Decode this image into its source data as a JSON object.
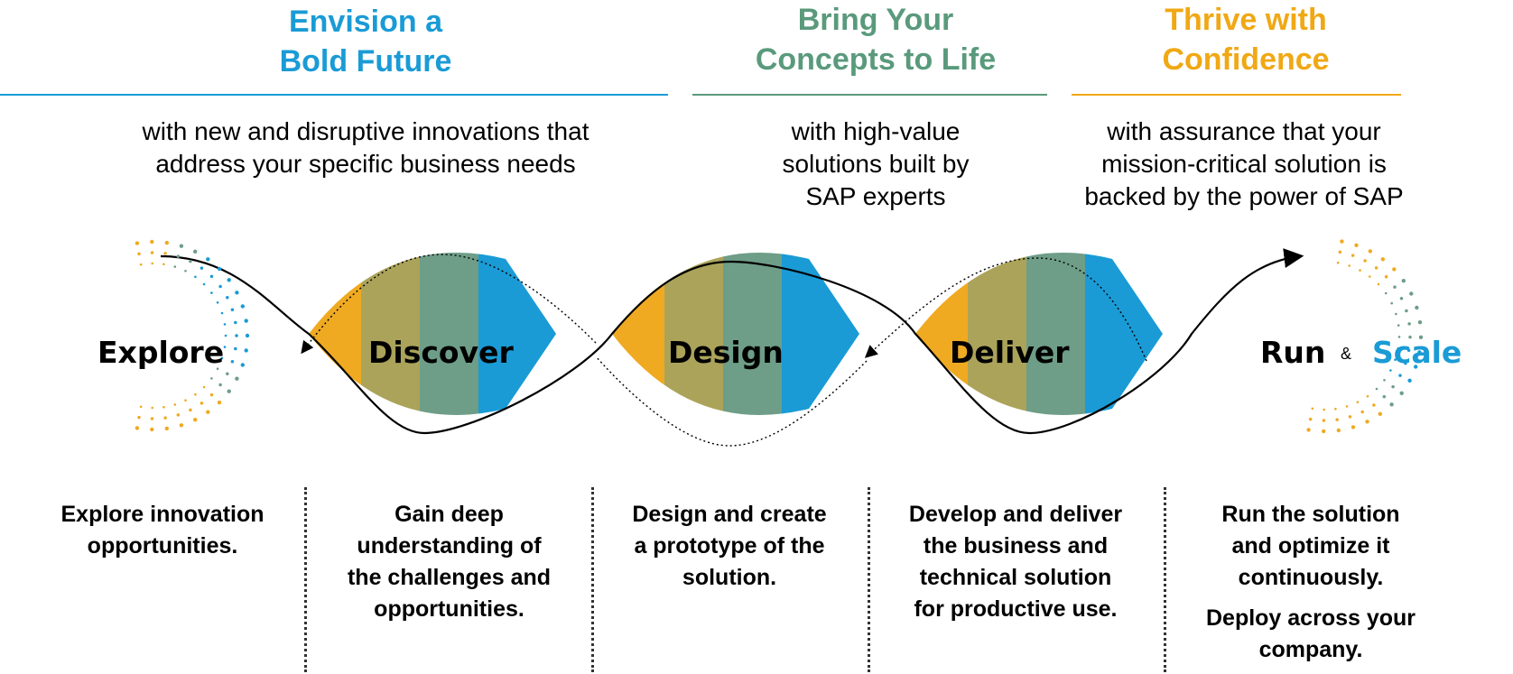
{
  "headers": [
    {
      "line1": "Envision a",
      "line2": "Bold Future",
      "color": "#1a9bd6"
    },
    {
      "line1": "Bring Your",
      "line2": "Concepts to Life",
      "color": "#5a9a7c"
    },
    {
      "line1": "Thrive with",
      "line2": "Confidence",
      "color": "#f0a814"
    }
  ],
  "subtitles": [
    {
      "lines": [
        "with new and disruptive innovations that",
        "address your specific business needs"
      ]
    },
    {
      "lines": [
        "with high-value",
        "solutions built by",
        "SAP experts"
      ]
    },
    {
      "lines": [
        "with assurance that your",
        "mission-critical solution is",
        "backed by the power of SAP"
      ]
    }
  ],
  "stages": {
    "explore": "Explore",
    "discover": "Discover",
    "design": "Design",
    "deliver": "Deliver",
    "run": "Run",
    "amp": "&",
    "scale": "Scale"
  },
  "descriptions": [
    {
      "lines": [
        "Explore innovation",
        "opportunities."
      ]
    },
    {
      "lines": [
        "Gain deep",
        "understanding of",
        "the challenges and",
        "opportunities."
      ]
    },
    {
      "lines": [
        "Design and create",
        "a prototype of the",
        "solution."
      ]
    },
    {
      "lines": [
        "Develop and deliver",
        "the business and",
        "technical solution",
        "for productive use."
      ]
    },
    {
      "lines": [
        "Run the solution",
        "and optimize it",
        "continuously."
      ],
      "extra": [
        "Deploy across your",
        "company."
      ]
    }
  ],
  "colors": {
    "blue": "#1a9bd6",
    "green": "#6e9d88",
    "olive": "#aba35a",
    "orange": "#efaa22",
    "scale_text": "#1a9bd6",
    "line": "#000000"
  }
}
